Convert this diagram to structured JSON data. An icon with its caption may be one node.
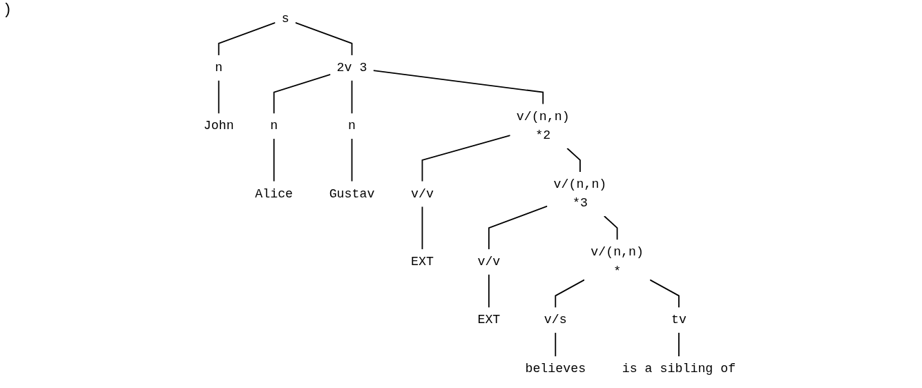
{
  "diagram": {
    "nodes": [
      {
        "text": [
          "s"
        ]
      },
      {
        "text": [
          "n"
        ]
      },
      {
        "text": [
          "2v 3"
        ]
      },
      {
        "text": [
          "John"
        ]
      },
      {
        "text": [
          "n"
        ]
      },
      {
        "text": [
          "n"
        ]
      },
      {
        "text": [
          "v/(n,n)",
          "*2"
        ]
      },
      {
        "text": [
          "Alice"
        ]
      },
      {
        "text": [
          "Gustav"
        ]
      },
      {
        "text": [
          "v/v"
        ]
      },
      {
        "text": [
          "v/(n,n)",
          "*3"
        ]
      },
      {
        "text": [
          "EXT"
        ]
      },
      {
        "text": [
          "v/v"
        ]
      },
      {
        "text": [
          "v/(n,n)",
          "*"
        ]
      },
      {
        "text": [
          "EXT"
        ]
      },
      {
        "text": [
          "v/s"
        ]
      },
      {
        "text": [
          "tv"
        ]
      },
      {
        "text": [
          "believes"
        ]
      },
      {
        "text": [
          "is a sibling of"
        ]
      }
    ],
    "edges": [
      {
        "from": 0,
        "to": 1,
        "arrow": "none"
      },
      {
        "from": 0,
        "to": 2,
        "arrow": "none"
      },
      {
        "from": 1,
        "to": 3,
        "arrow": "none"
      },
      {
        "from": 2,
        "to": 4,
        "arrow": "none"
      },
      {
        "from": 2,
        "to": 5,
        "arrow": "none"
      },
      {
        "from": 2,
        "to": 6,
        "arrow": "none"
      },
      {
        "from": 4,
        "to": 7,
        "arrow": "none"
      },
      {
        "from": 5,
        "to": 8,
        "arrow": "none"
      },
      {
        "from": 6,
        "to": 9,
        "arrow": "none"
      },
      {
        "from": 6,
        "to": 10,
        "arrow": "none"
      },
      {
        "from": 9,
        "to": 11,
        "arrow": "none"
      },
      {
        "from": 10,
        "to": 12,
        "arrow": "none"
      },
      {
        "from": 10,
        "to": 13,
        "arrow": "none"
      },
      {
        "from": 12,
        "to": 14,
        "arrow": "none"
      },
      {
        "from": 13,
        "to": 15,
        "arrow": "none"
      },
      {
        "from": 13,
        "to": 16,
        "arrow": "none"
      },
      {
        "from": 15,
        "to": 17,
        "arrow": "none"
      },
      {
        "from": 16,
        "to": 18,
        "arrow": "none"
      }
    ],
    "labels": [
      ")"
    ]
  }
}
